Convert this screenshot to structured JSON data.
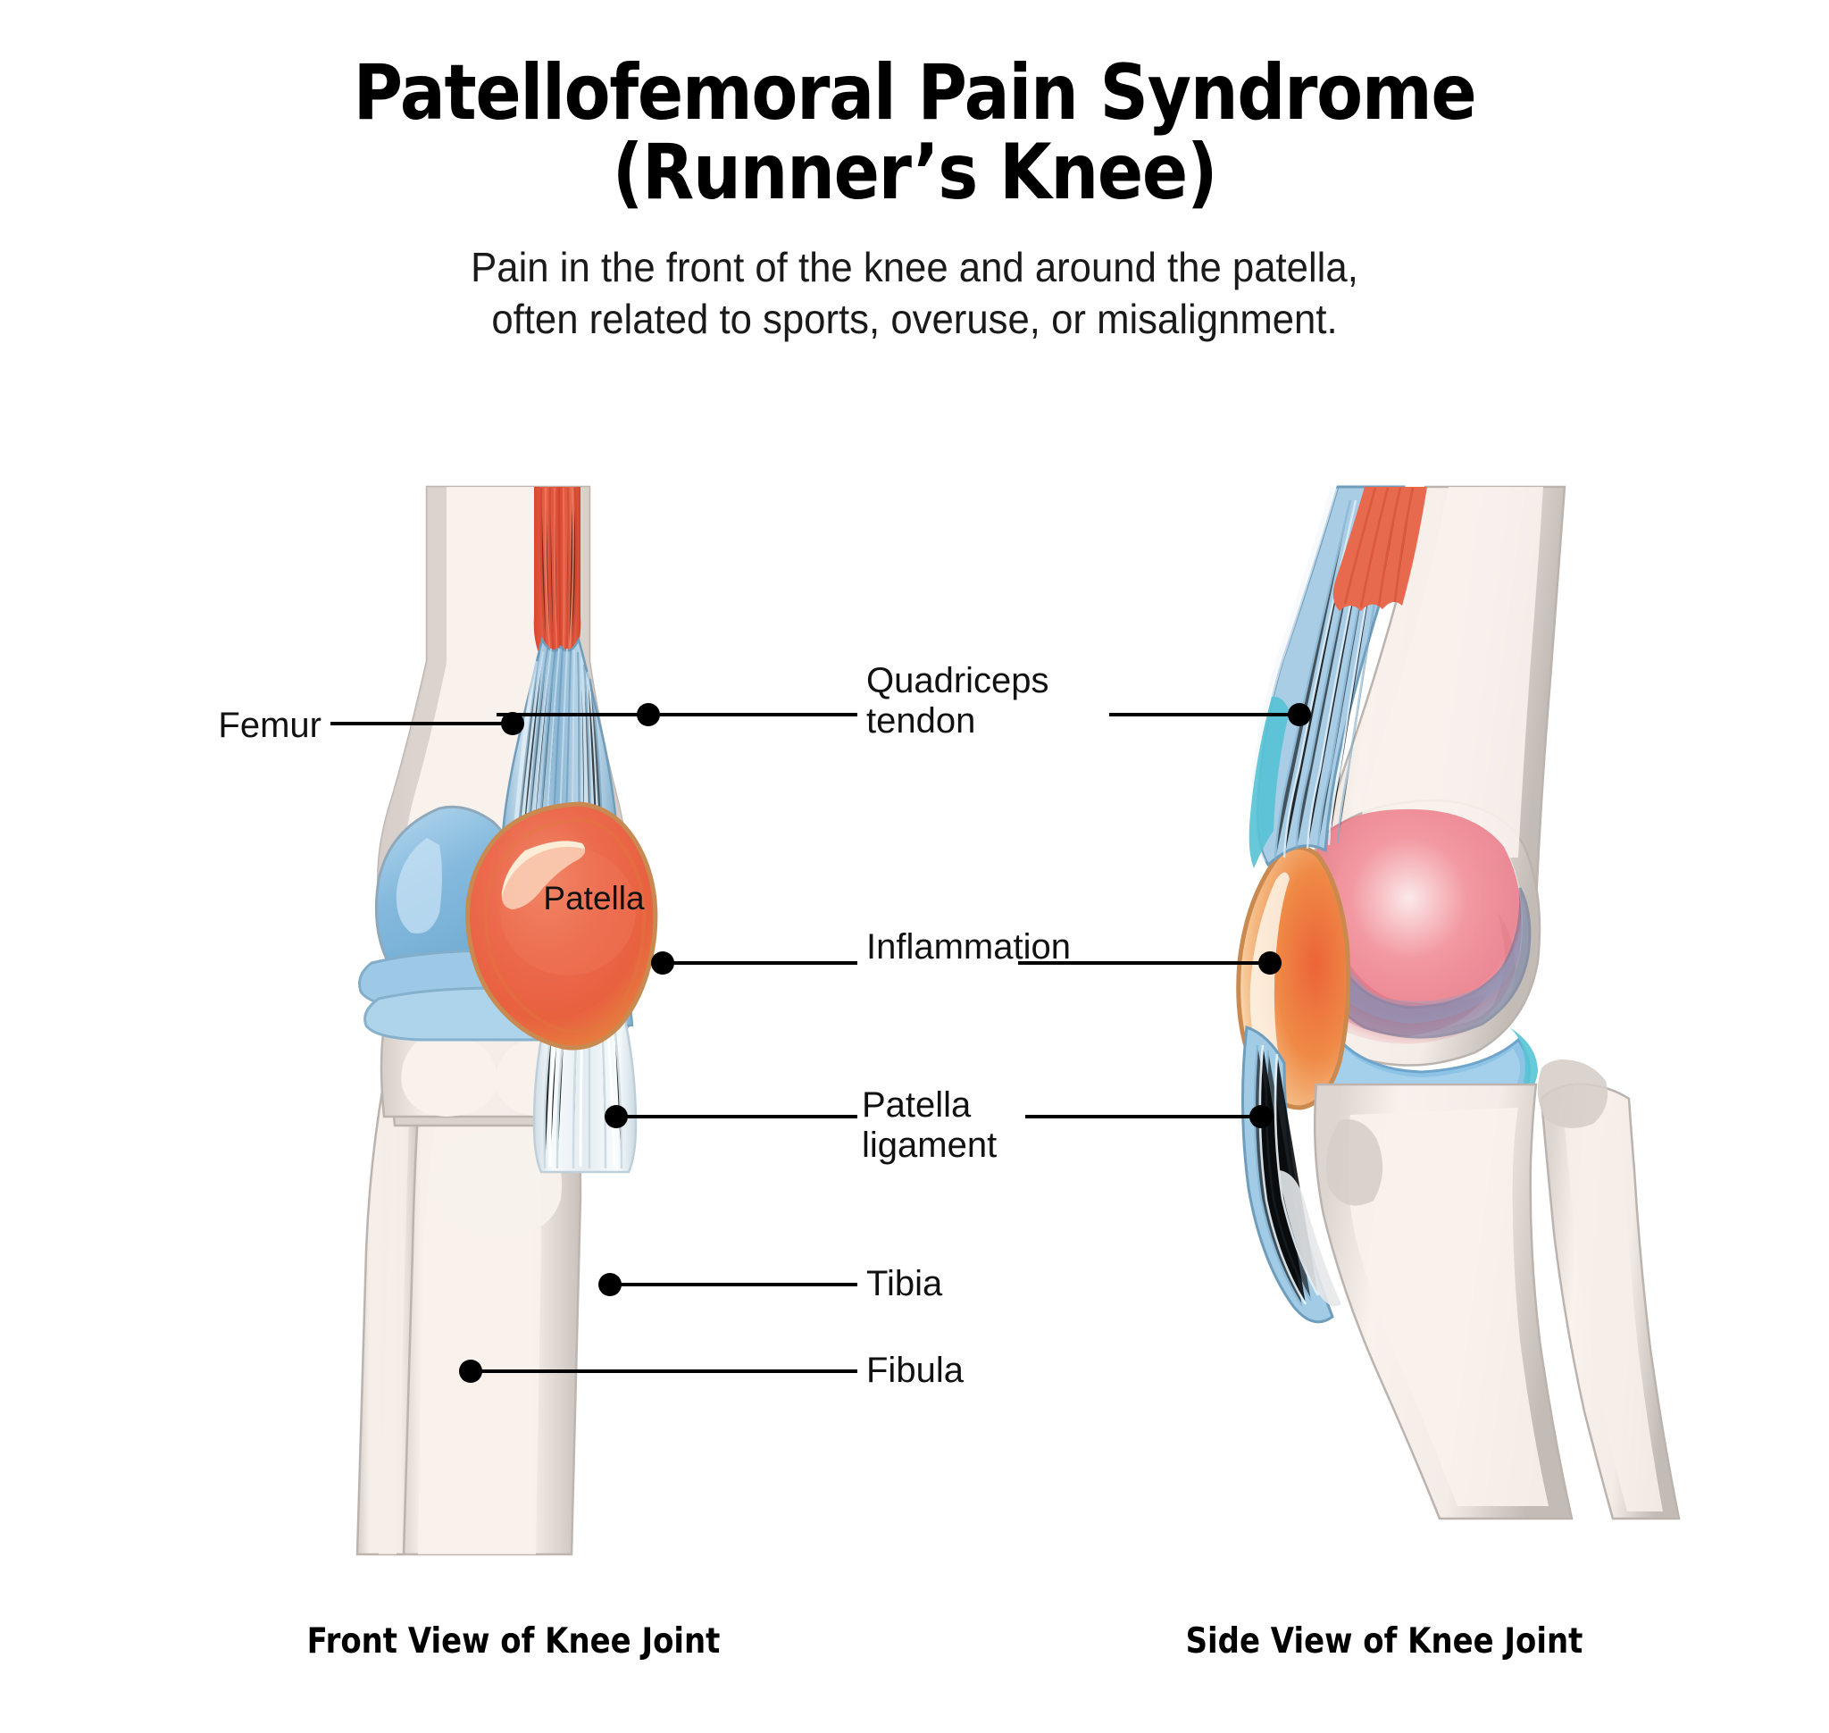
{
  "header": {
    "title": "Patellofemoral Pain Syndrome\n(Runner’s Knee)",
    "subtitle": "Pain in the front of the knee and around the patella,\noften related to sports, overuse, or misalignment."
  },
  "captions": {
    "front": "Front View of Knee Joint",
    "side": "Side View of Knee Joint"
  },
  "labels": {
    "femur": "Femur",
    "quadriceps_tendon": "Quadriceps\ntendon",
    "inflammation": "Inflammation",
    "patella_ligament": "Patella\nligament",
    "tibia": "Tibia",
    "fibula": "Fibula",
    "patella": "Patella"
  },
  "colors": {
    "background": "#ffffff",
    "bone_light": "#f7efea",
    "bone_shadow": "#d8d1cc",
    "bone_outline": "#b9b1ac",
    "cartilage_blue": "#7fb4d8",
    "cartilage_blue_light": "#a8cfe8",
    "tendon_blue": "#7aa9c9",
    "muscle_red": "#e2553c",
    "muscle_red_dark": "#c4402c",
    "patella_orange": "#e8823c",
    "patella_red": "#e8573f",
    "inflammation_pink": "#ef7a84",
    "ligament_white": "#eef3f5",
    "teal": "#57c4d4",
    "text": "#111111",
    "leader_line": "#000000"
  }
}
